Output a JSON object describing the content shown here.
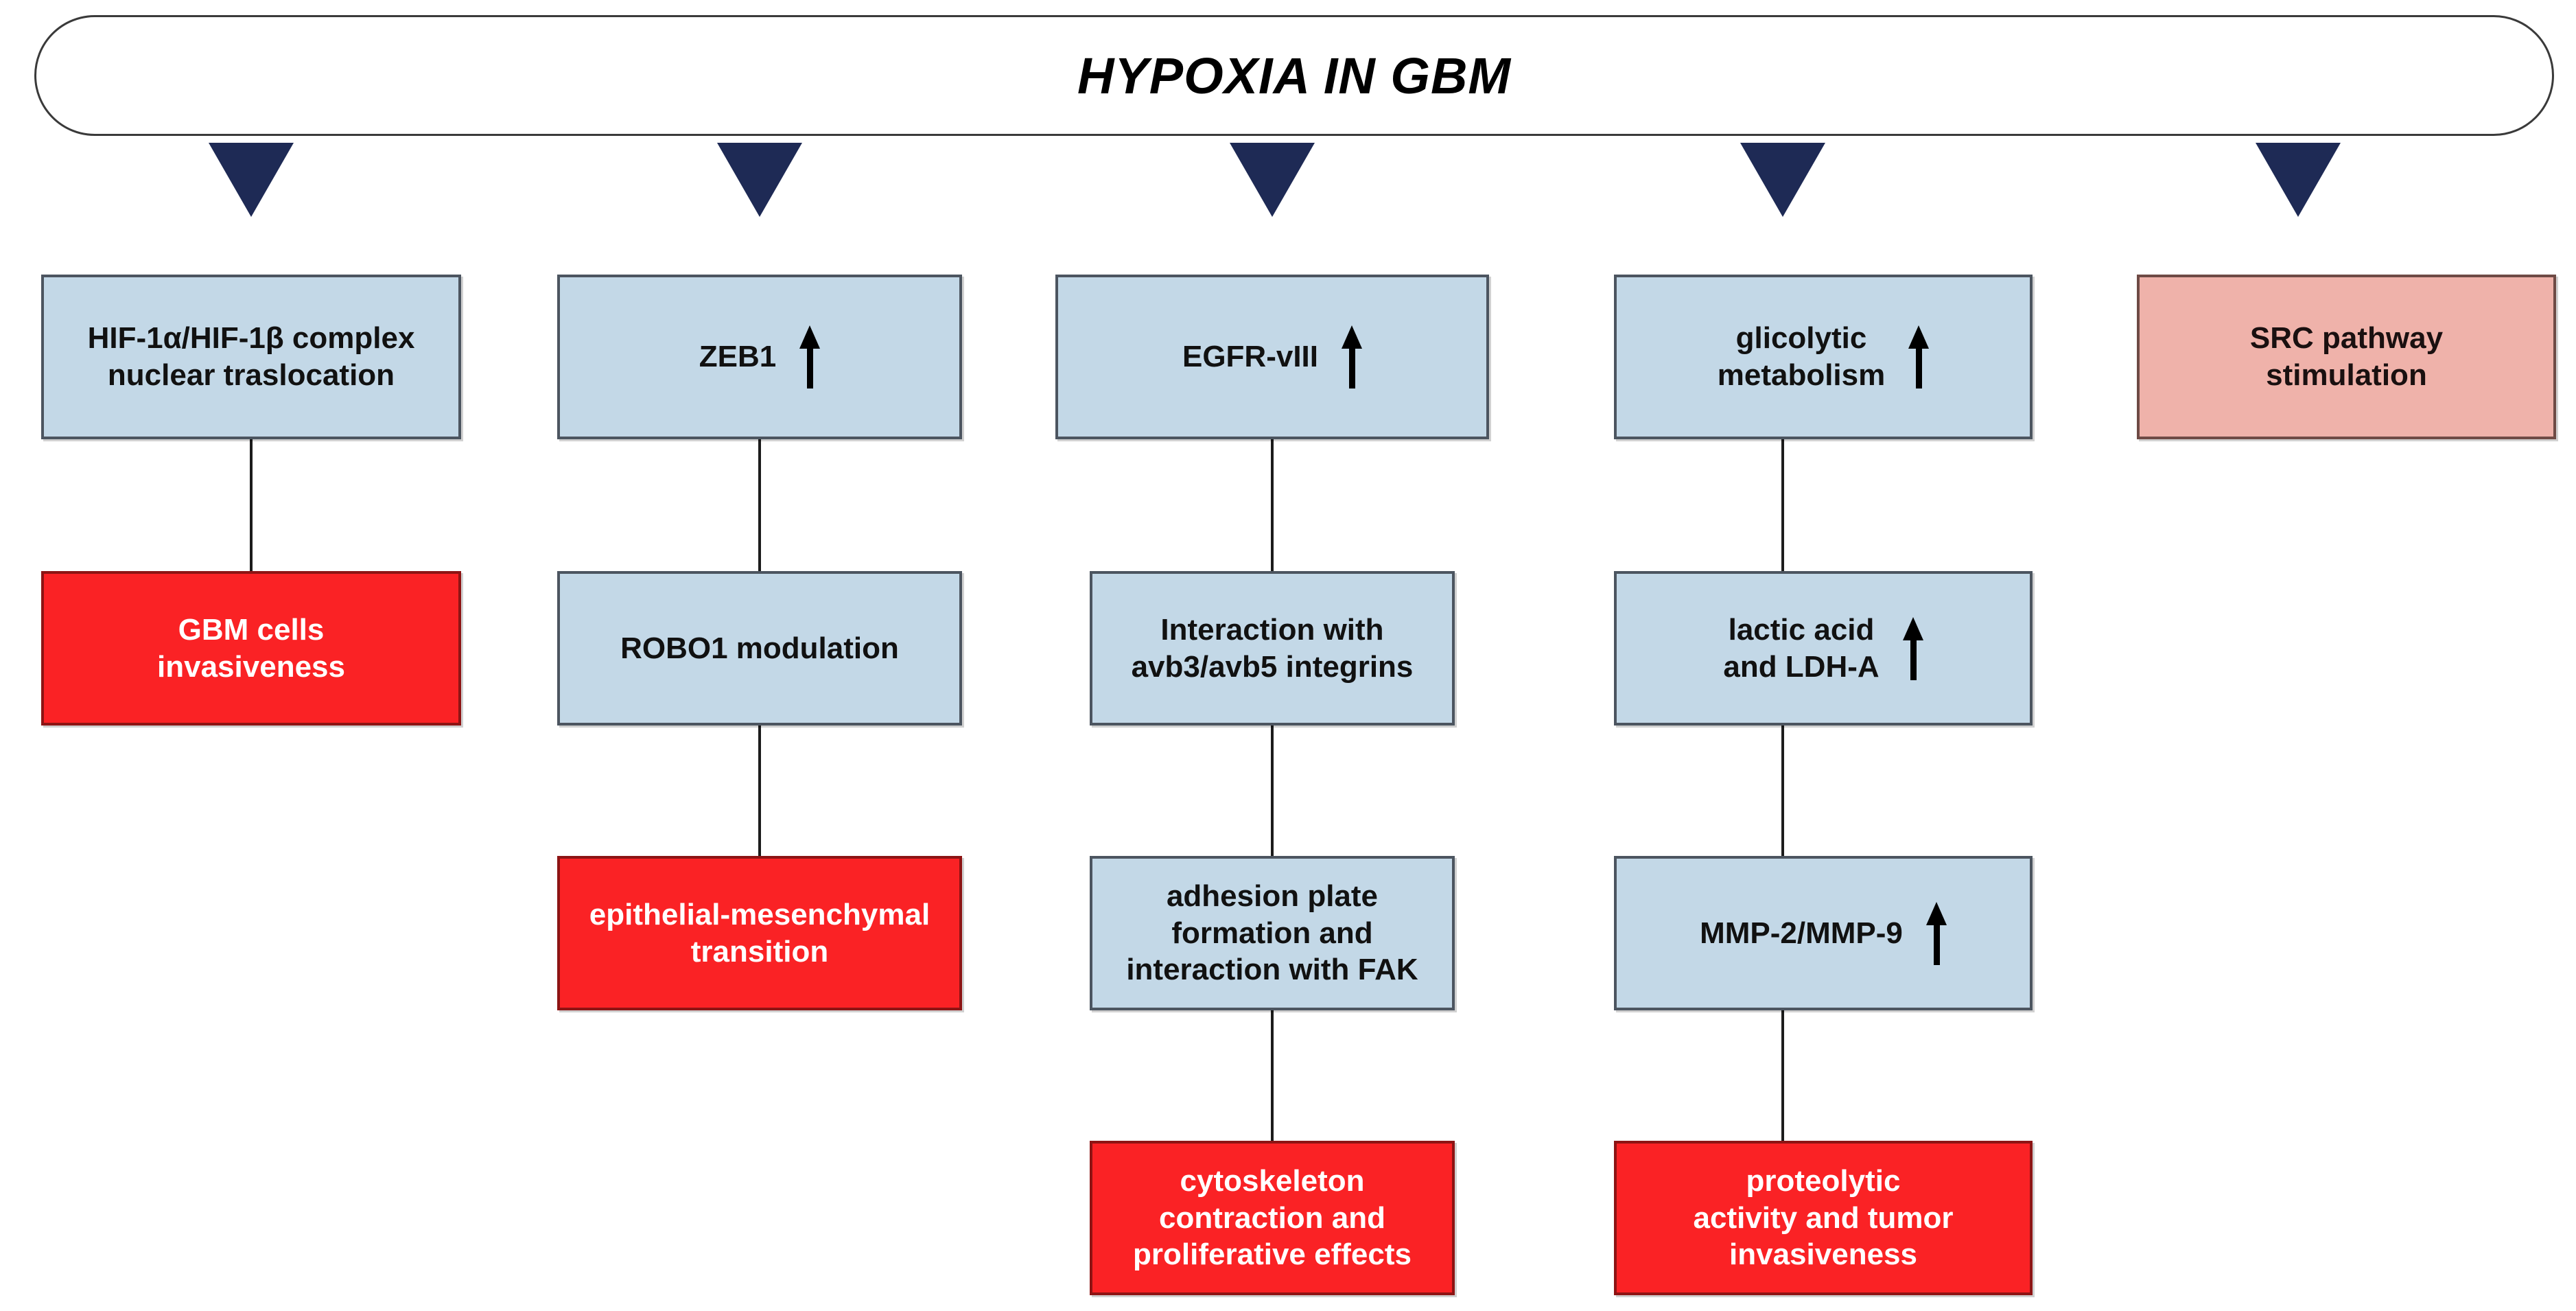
{
  "header": {
    "title": "HYPOXIA IN GBM"
  },
  "colors": {
    "process": "#c3d8e7",
    "outcome": "#fa2225",
    "alternate": "#efb2aa",
    "arrow_marker": "#1e2a55",
    "connector": "#1c1c1c",
    "border": "#4c5560",
    "outcome_text": "#ffffff",
    "process_text": "#111111"
  },
  "markers": [
    {
      "name": "triangle-col-1"
    },
    {
      "name": "triangle-col-2"
    },
    {
      "name": "triangle-col-3"
    },
    {
      "name": "triangle-col-4"
    },
    {
      "name": "triangle-col-5"
    }
  ],
  "columns": [
    {
      "id": "col-1",
      "nodes": [
        {
          "id": "hif-complex",
          "text": "HIF-1α/HIF-1β complex\nnuclear traslocation",
          "style": "blue",
          "arrow": false
        },
        {
          "id": "gbm-invasiveness",
          "text": "GBM cells\ninvasiveness",
          "style": "red",
          "arrow": false
        }
      ]
    },
    {
      "id": "col-2",
      "nodes": [
        {
          "id": "zeb1",
          "text": "ZEB1",
          "style": "blue",
          "arrow": true
        },
        {
          "id": "robo1",
          "text": "ROBO1 modulation",
          "style": "blue",
          "arrow": false
        },
        {
          "id": "emt",
          "text": "epithelial-mesenchymal\ntransition",
          "style": "red",
          "arrow": false
        }
      ]
    },
    {
      "id": "col-3",
      "nodes": [
        {
          "id": "egfr-vIII",
          "text": "EGFR-vIII",
          "style": "blue",
          "arrow": true
        },
        {
          "id": "integrins",
          "text": "Interaction with\navb3/avb5 integrins",
          "style": "blue",
          "arrow": false
        },
        {
          "id": "fak",
          "text": "adhesion plate\nformation and\ninteraction with FAK",
          "style": "blue",
          "arrow": false
        },
        {
          "id": "cytoskeleton",
          "text": "cytoskeleton\ncontraction and\nproliferative effects",
          "style": "red",
          "arrow": false
        }
      ]
    },
    {
      "id": "col-4",
      "nodes": [
        {
          "id": "glicolytic",
          "text": "glicolytic\nmetabolism",
          "style": "blue",
          "arrow": true
        },
        {
          "id": "lactic-acid",
          "text": "lactic acid\nand LDH-A",
          "style": "blue",
          "arrow": true
        },
        {
          "id": "mmp",
          "text": "MMP-2/MMP-9",
          "style": "blue",
          "arrow": true
        },
        {
          "id": "proteolytic",
          "text": "proteolytic\nactivity and tumor\ninvasiveness",
          "style": "red",
          "arrow": false
        }
      ]
    },
    {
      "id": "col-5",
      "nodes": [
        {
          "id": "src-pathway",
          "text": "SRC pathway\nstimulation",
          "style": "pink",
          "arrow": false
        }
      ]
    }
  ]
}
